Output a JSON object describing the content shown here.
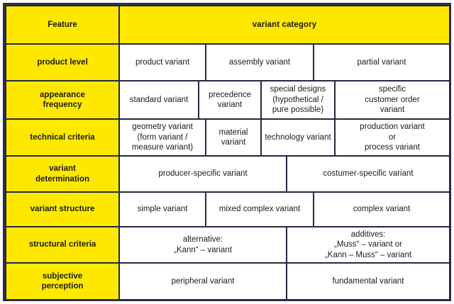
{
  "table": {
    "header": {
      "feature_label": "Feature",
      "category_label": "variant category"
    },
    "rows": [
      {
        "feature": "product level",
        "cells": [
          "product variant",
          "assembly variant",
          "partial variant"
        ]
      },
      {
        "feature": "appearance frequency",
        "feature_line1": "appearance",
        "feature_line2": "frequency",
        "cells": [
          "standard variant",
          "precedence variant",
          "special designs (hypothetical / pure possible)",
          "specific customer order variant"
        ]
      },
      {
        "feature": "technical criteria",
        "cells": [
          "geometry variant (form variant / measure variant)",
          "material variant",
          "technology variant",
          "production variant or process variant"
        ]
      },
      {
        "feature": "variant determination",
        "feature_line1": "variant",
        "feature_line2": "determination",
        "cells": [
          "producer-specific variant",
          "costumer-specific variant"
        ]
      },
      {
        "feature": "variant structure",
        "cells": [
          "simple variant",
          "mixed complex variant",
          "complex variant"
        ]
      },
      {
        "feature": "structural criteria",
        "cells": [
          "alternative: „Kann“ – variant",
          "additives: „Muss“ – variant or „Kann – Muss“ – variant"
        ]
      },
      {
        "feature": "subjective perception",
        "feature_line1": "subjective",
        "feature_line2": "perception",
        "cells": [
          "peripheral variant",
          "fundamental variant"
        ]
      }
    ]
  },
  "cell_lines": {
    "r2c3": [
      "special designs",
      "(hypothetical /",
      "pure possible)"
    ],
    "r2c4": [
      "specific",
      "customer order",
      "variant"
    ],
    "r3c1": [
      "geometry variant",
      "(form variant /",
      "measure variant)"
    ],
    "r3c4": [
      "production variant",
      "or",
      "process variant"
    ],
    "r6c1": [
      "alternative:",
      "„Kann“ – variant"
    ],
    "r6c2": [
      "additives:",
      "„Muss“ – variant or",
      "„Kann – Muss“ – variant"
    ]
  },
  "colors": {
    "highlight": "#ffe800",
    "border": "#23293f",
    "frame": "#2b3047",
    "text": "#1b1b1b",
    "background": "#ffffff"
  }
}
